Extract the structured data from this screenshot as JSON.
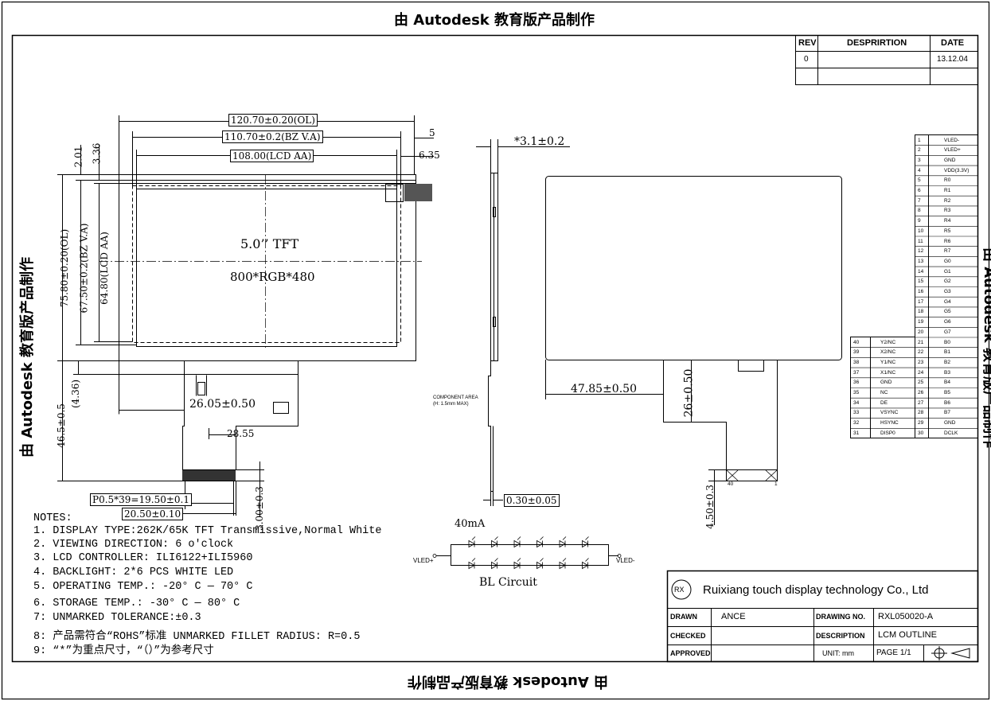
{
  "watermark": "由 Autodesk 教育版产品制作",
  "rev_table": {
    "headers": [
      "REV",
      "DESPRIRTION",
      "DATE"
    ],
    "rows": [
      [
        "0",
        "",
        "13.12.04"
      ],
      [
        "",
        "",
        ""
      ]
    ]
  },
  "front_view": {
    "title": "5.0’’ TFT",
    "resolution": "800*RGB*480",
    "dim_ol_w": "120.70±0.20(OL)",
    "dim_bz_w": "110.70±0.2(BZ V.A)",
    "dim_aa_w": "108.00(LCD AA)",
    "dim_ol_h": "75.80±0.20(OL)",
    "dim_bz_h": "67.50±0.2(BZ V.A)",
    "dim_aa_h": "64.80(LCD AA)",
    "dim_201": "2.01",
    "dim_336": "3.36",
    "dim_5": "5",
    "dim_635": "6.35",
    "dim_436": "(4.36)",
    "dim_465": "46.5±0.5",
    "dim_2605": "26.05±0.50",
    "dim_2855": "28.55",
    "dim_pitch": "P0.5*39=19.50±0.1",
    "dim_2050": "20.50±0.10",
    "dim_300": "3.00±0.3"
  },
  "side_view": {
    "thickness": "*3.1±0.2",
    "component_area_1": "COMPONENT AREA",
    "component_area_2": "(H: 1.5mm MAX)",
    "fpc_thk": "0.30±0.05"
  },
  "back_view": {
    "dim_4785": "47.85±0.50",
    "dim_26": "26±0.50",
    "dim_450": "4.50±0.3",
    "pin_1": "1",
    "pin_40": "40"
  },
  "pins_right": [
    [
      "1",
      "VLED-"
    ],
    [
      "2",
      "VLED+"
    ],
    [
      "3",
      "GND"
    ],
    [
      "4",
      "VDD(3.3V)"
    ],
    [
      "5",
      "R0"
    ],
    [
      "6",
      "R1"
    ],
    [
      "7",
      "R2"
    ],
    [
      "8",
      "R3"
    ],
    [
      "9",
      "R4"
    ],
    [
      "10",
      "R5"
    ],
    [
      "11",
      "R6"
    ],
    [
      "12",
      "R7"
    ],
    [
      "13",
      "G0"
    ],
    [
      "14",
      "G1"
    ],
    [
      "15",
      "G2"
    ],
    [
      "16",
      "G3"
    ],
    [
      "17",
      "G4"
    ],
    [
      "18",
      "G5"
    ],
    [
      "19",
      "G6"
    ],
    [
      "20",
      "G7"
    ],
    [
      "21",
      "B0"
    ],
    [
      "22",
      "B1"
    ],
    [
      "23",
      "B2"
    ],
    [
      "24",
      "B3"
    ],
    [
      "25",
      "B4"
    ],
    [
      "26",
      "B5"
    ],
    [
      "27",
      "B6"
    ],
    [
      "28",
      "B7"
    ],
    [
      "29",
      "GND"
    ],
    [
      "30",
      "DCLK"
    ]
  ],
  "pins_left": [
    [
      "40",
      "Y2/NC"
    ],
    [
      "39",
      "X2/NC"
    ],
    [
      "38",
      "Y1/NC"
    ],
    [
      "37",
      "X1/NC"
    ],
    [
      "36",
      "GND"
    ],
    [
      "35",
      "NC"
    ],
    [
      "34",
      "DE"
    ],
    [
      "33",
      "VSYNC"
    ],
    [
      "32",
      "HSYNC"
    ],
    [
      "31",
      "DISP0"
    ]
  ],
  "notes": [
    "NOTES:",
    "1. DISPLAY TYPE:262K/65K TFT Transmissive,Normal White",
    "2. VIEWING DIRECTION:   6 o'clock",
    "3. LCD CONTROLLER:     ILI6122+ILI5960",
    "4. BACKLIGHT:     2*6 PCS WHITE LED",
    "5. OPERATING TEMP.:  -20° C — 70° C",
    "6. STORAGE TEMP.:    -30° C — 80° C",
    "7: UNMARKED TOLERANCE:±0.3",
    "8: 产品需符合“ROHS”标准   UNMARKED FILLET RADIUS: R=0.5",
    "9: “*”为重点尺寸，“（）”为参考尺寸"
  ],
  "bl_circuit": {
    "current": "40mA",
    "vled_plus": "VLED+",
    "vled_minus": "VLED-",
    "label": "BL Circuit"
  },
  "title_block": {
    "logo": "RX",
    "company": "Ruixiang touch display technology Co., Ltd",
    "drawn_label": "DRAWN",
    "drawn_value": "ANCE",
    "checked_label": "CHECKED",
    "approved_label": "APPROVED",
    "drawing_no_label": "DRAWING NO.",
    "drawing_no_value": "RXL050020-A",
    "description_label": "DESCRIPTION",
    "description_value": "LCM  OUTLINE",
    "unit_label": "UNIT: mm",
    "page_label": "PAGE  1/1"
  }
}
